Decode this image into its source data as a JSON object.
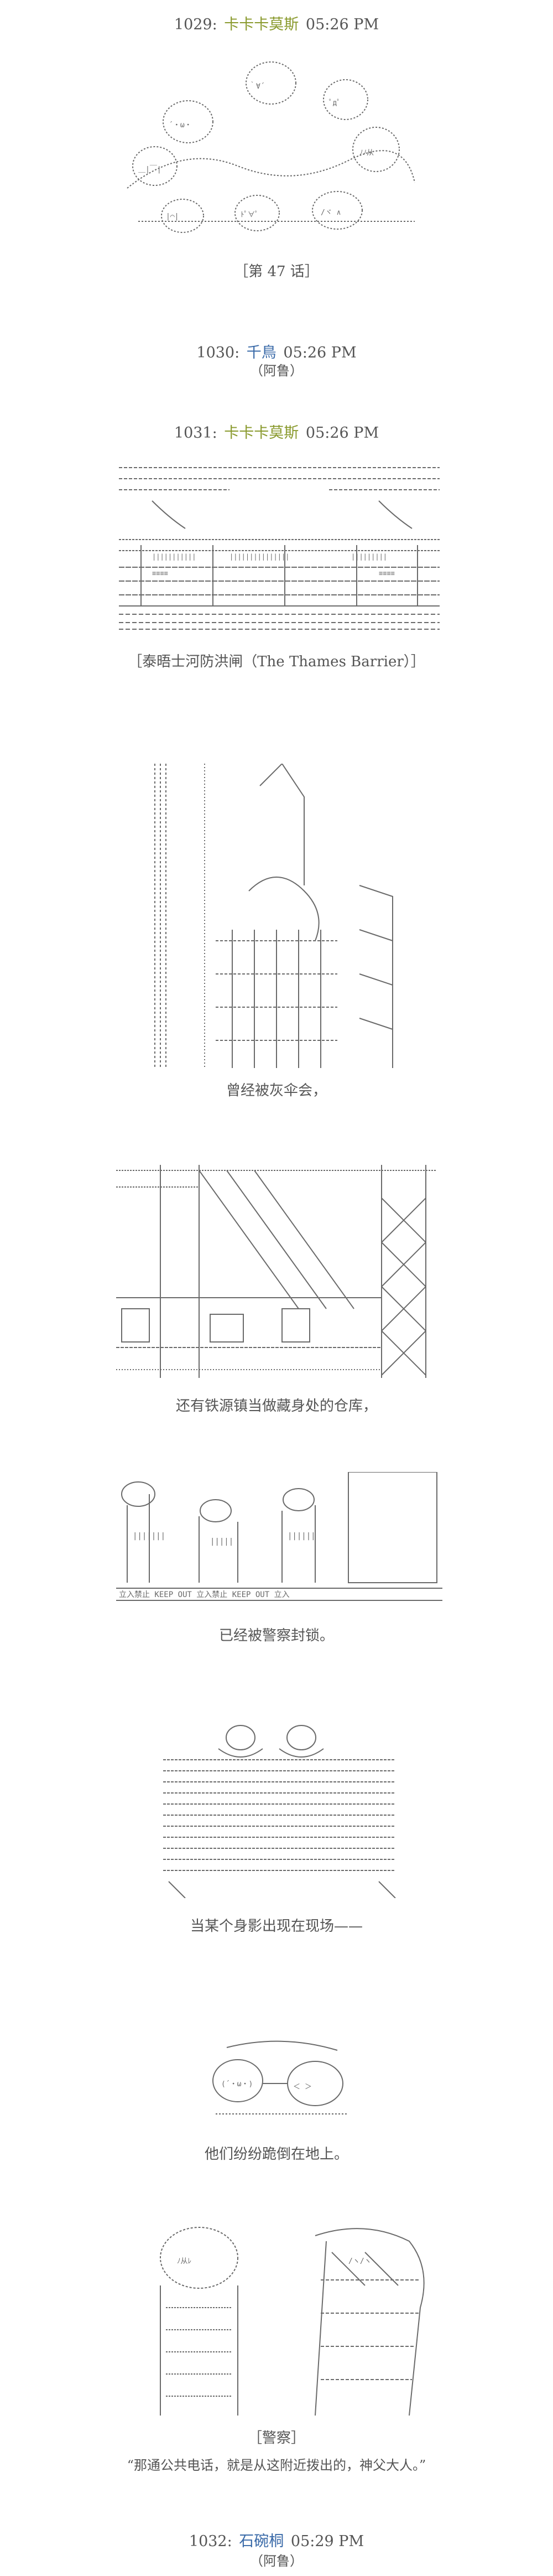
{
  "posts": [
    {
      "number": "1029:",
      "name": "卡卡卡莫斯",
      "time": "05:26 PM",
      "name_color": "#8a9a2e"
    },
    {
      "number": "1030:",
      "name": "千鳥",
      "time": "05:26 PM",
      "name_color": "#3a6aa8"
    },
    {
      "number": "1031:",
      "name": "卡卡卡莫斯",
      "time": "05:26 PM",
      "name_color": "#8a9a2e"
    },
    {
      "number": "1032:",
      "name": "石碗桐",
      "time": "05:29 PM",
      "name_color": "#3a6aa8"
    }
  ],
  "captions": {
    "episode": "［第 47 话］",
    "post1030_line": "（阿鲁）",
    "barrier": "［泰晤士河防洪闸（The Thames Barrier）］",
    "line1": "曾经被灰伞会，",
    "line2": "还有铁源镇当做藏身处的仓库，",
    "line3": "已经被警察封锁。",
    "line4": "当某个身影出现在现场——",
    "line5": "他们纷纷跪倒在地上。",
    "police": "［警察］",
    "quote": "“那通公共电话，就是从这附近拨出的，神父大人。”",
    "post1032_line": "（阿鲁）"
  },
  "colors": {
    "text": "#555555",
    "art": "#6a6a6a"
  }
}
